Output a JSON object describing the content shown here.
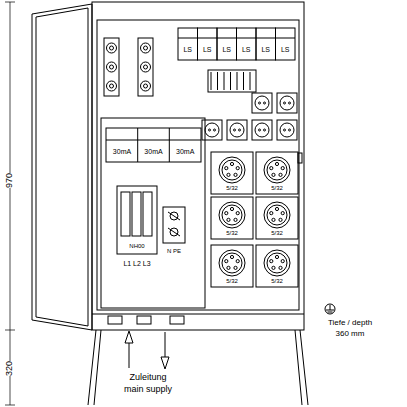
{
  "diagram": {
    "labels": [
      "970",
      "320",
      "LS",
      "LS",
      "LS",
      "LS",
      "LS",
      "LS",
      "30mA",
      "30mA",
      "30mA",
      "NH00",
      "L1 L2 L3",
      "N PE",
      "5/32",
      "5/32",
      "5/32",
      "5/32",
      "5/32",
      "5/32",
      "Zuleitung",
      "main supply",
      "Tiefe / depth",
      "360 mm"
    ]
  }
}
